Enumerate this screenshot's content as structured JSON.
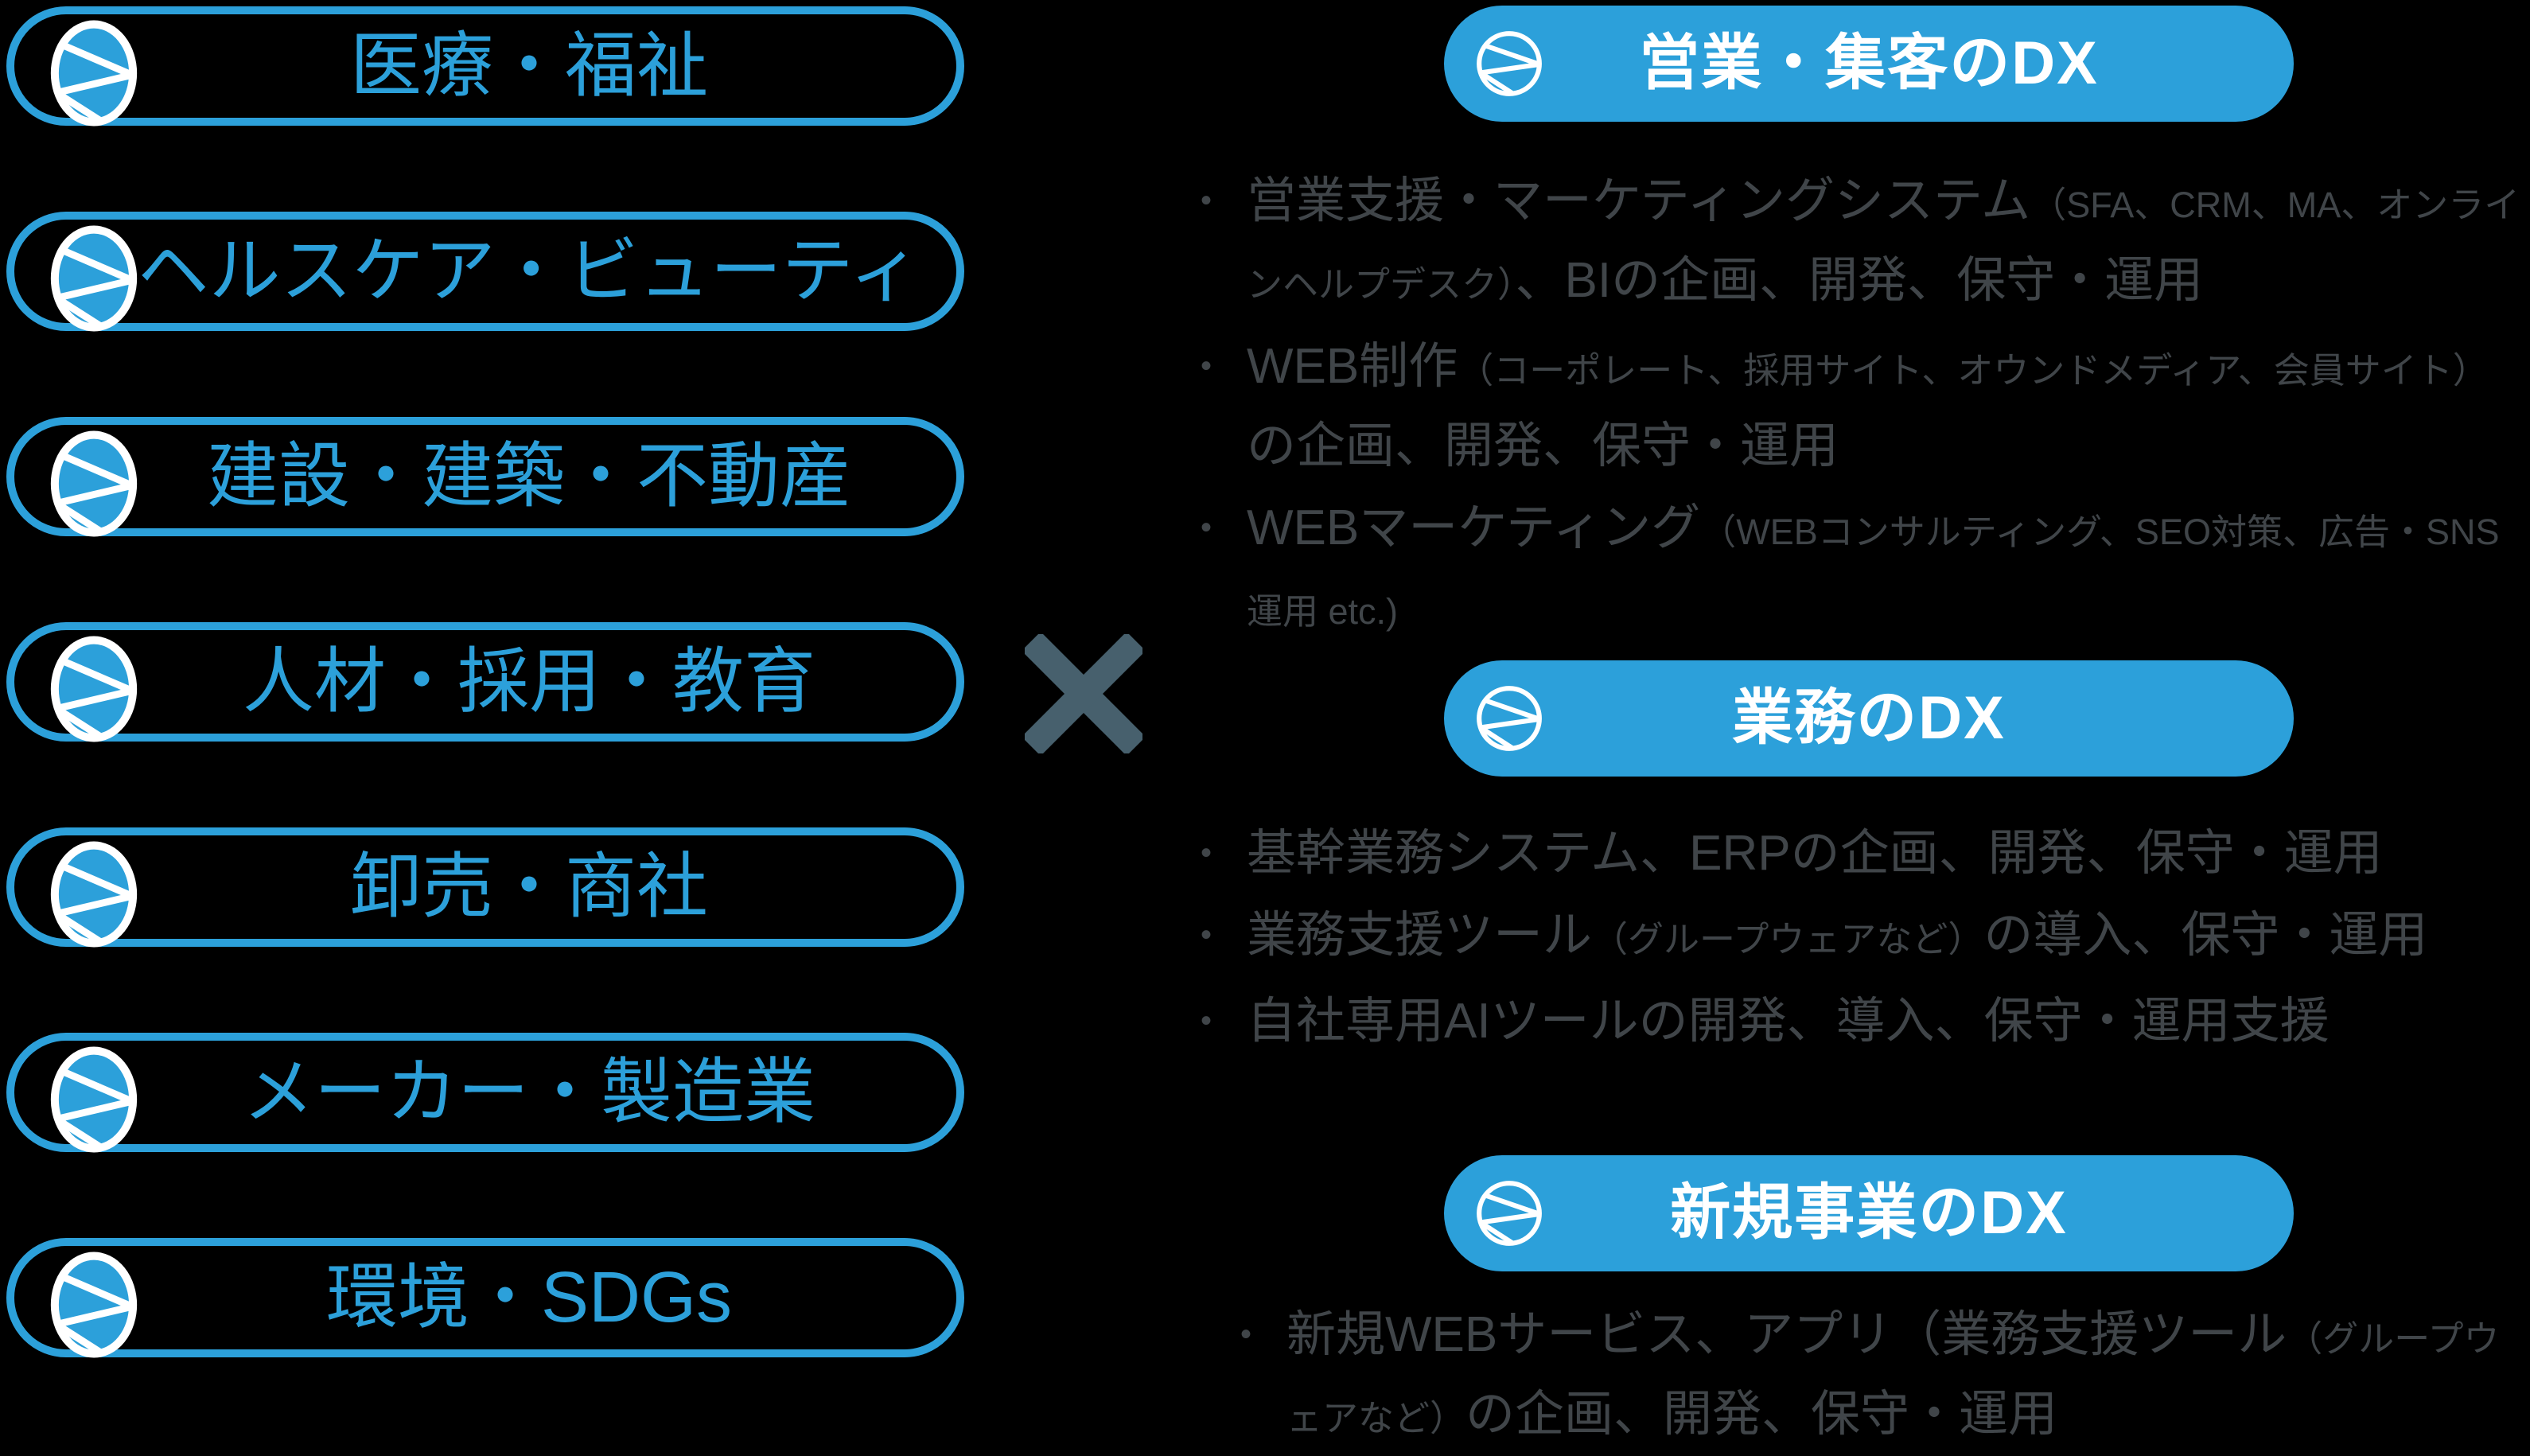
{
  "colors": {
    "background": "#000000",
    "blue": "#2CA0DA",
    "cross": "#47606D",
    "body_text": "#404549",
    "white": "#FFFFFF"
  },
  "cross_symbol": "×",
  "bullet_char": "•",
  "industries": [
    "医療・福祉",
    "ヘルスケア・ビューティ",
    "建設・建築・不動産",
    "人材・採用・教育",
    "卸売・商社",
    "メーカー・製造業",
    "環境・SDGs"
  ],
  "sections": [
    {
      "title": "営業・集客のDX",
      "bullets": [
        {
          "segments": [
            {
              "text": "営業支援・マーケティングシステム",
              "style": "main"
            },
            {
              "text": "（SFA、CRM、MA、オンラインヘルプデスク）",
              "style": "small"
            },
            {
              "text": "、BIの企画、開発、保守・運用",
              "style": "main"
            }
          ]
        },
        {
          "segments": [
            {
              "text": "WEB制作",
              "style": "main"
            },
            {
              "text": "（コーポレート、採用サイト、オウンドメディア、会員サイト）",
              "style": "small"
            },
            {
              "text": "の企画、開発、保守・運用",
              "style": "main"
            }
          ]
        },
        {
          "segments": [
            {
              "text": "WEBマーケティング",
              "style": "main"
            },
            {
              "text": "（WEBコンサルティング、SEO対策、広告・SNS運用 etc.)",
              "style": "small"
            }
          ]
        }
      ]
    },
    {
      "title": "業務のDX",
      "bullets": [
        {
          "segments": [
            {
              "text": "基幹業務システム、ERPの企画、開発、保守・運用",
              "style": "main"
            }
          ]
        },
        {
          "segments": [
            {
              "text": "業務支援ツール",
              "style": "main"
            },
            {
              "text": "（グループウェアなど）",
              "style": "small"
            },
            {
              "text": "の導入、保守・運用",
              "style": "main"
            }
          ]
        },
        {
          "segments": [
            {
              "text": "自社専用AIツールの開発、導入、保守・運用支援",
              "style": "main"
            }
          ]
        }
      ]
    },
    {
      "title": "新規事業のDX",
      "bullets": [
        {
          "segments": [
            {
              "text": "新規WEBサービス、アプリ（業務支援ツール",
              "style": "main"
            },
            {
              "text": "（グループウェアなど）",
              "style": "small"
            },
            {
              "text": "の企画、開発、保守・運用",
              "style": "main"
            }
          ]
        }
      ]
    }
  ]
}
